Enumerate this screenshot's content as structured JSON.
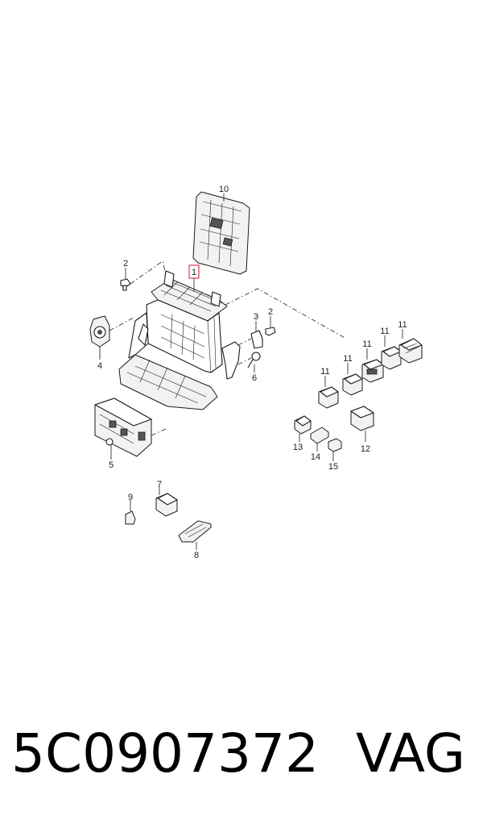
{
  "part_number": "5C0907372",
  "brand": "VAG",
  "callouts": {
    "c1": "1",
    "c2a": "2",
    "c2b": "2",
    "c3": "3",
    "c4": "4",
    "c5": "5",
    "c6": "6",
    "c7": "7",
    "c8": "8",
    "c9": "9",
    "c10": "10",
    "c11a": "11",
    "c11b": "11",
    "c11c": "11",
    "c11d": "11",
    "c11e": "11",
    "c12": "12",
    "c13": "13",
    "c14": "14",
    "c15": "15"
  },
  "colors": {
    "highlight": "#e03a4e",
    "line": "#1a1a1a"
  }
}
